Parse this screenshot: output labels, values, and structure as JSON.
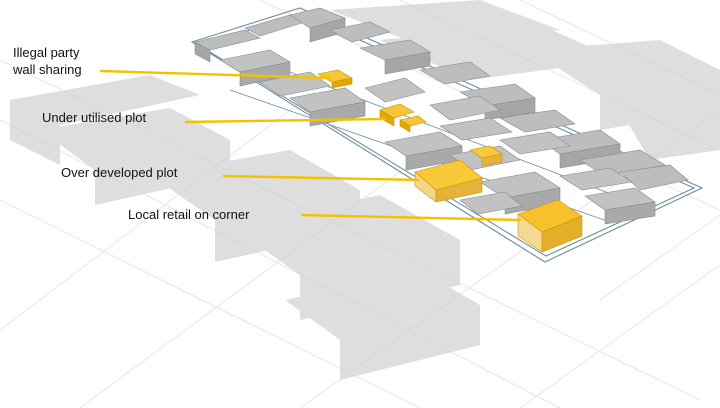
{
  "annotations": [
    {
      "id": "illegal-party-wall",
      "lines": [
        "Illegal party",
        "wall sharing"
      ]
    },
    {
      "id": "under-utilised-plot",
      "lines": [
        "Under utilised plot"
      ]
    },
    {
      "id": "over-developed-plot",
      "lines": [
        "Over developed plot"
      ]
    },
    {
      "id": "local-retail-corner",
      "lines": [
        "Local retail on corner"
      ]
    }
  ],
  "colors": {
    "background": "#ffffff",
    "context_building": "#cfcfcf",
    "focus_building": "#b4b4b4",
    "block_outline": "#6f8c9c",
    "highlight_building": "#f4c430",
    "leader_line": "#f2c200",
    "text": "#111111"
  }
}
